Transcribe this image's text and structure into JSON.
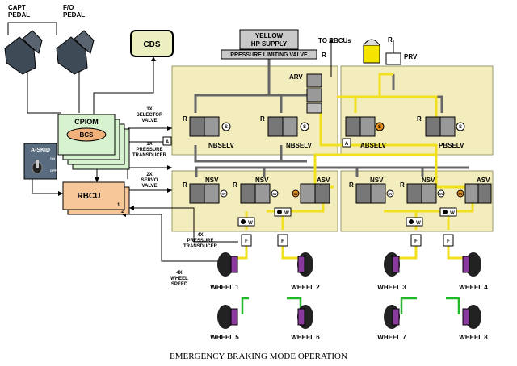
{
  "pedals": {
    "capt": "CAPT\nPEDAL",
    "fo": "F/O\nPEDAL"
  },
  "cds": "CDS",
  "yellow_supply": {
    "line1": "YELLOW",
    "line2": "HP SUPPLY"
  },
  "pressure_limiting_valve": "PRESSURE LIMITING VALVE",
  "return_r": "R",
  "to_rbcus": "TO RBCUs",
  "prv": "PRV",
  "arv": "ARV",
  "cpiom": "CPIOM",
  "bcs": "BCS",
  "askid": {
    "title": "A-SKID",
    "on": "ON",
    "off": "OFF"
  },
  "rbcu": "RBCU",
  "rbcu_ports": [
    "1",
    "2"
  ],
  "annotations": {
    "selector": "1X\nSELECTOR\nVALVE",
    "pressure_transducer_1": "1X\nPRESSURE\nTRANSDUCER",
    "servo": "2X\nSERVO\nVALVE",
    "pressure_transducer_4": "4X\nPRESSURE\nTRANSDUCER",
    "wheel_speed": "4X\nWHEEL\nSPEED"
  },
  "valves": {
    "nbselv": "NBSELV",
    "abselv": "ABSELV",
    "pbselv": "PBSELV",
    "nsv": "NSV",
    "asv": "ASV",
    "a": "A",
    "s": "S",
    "sv": "SV",
    "f": "F",
    "w": "W"
  },
  "wheels": [
    "WHEEL 1",
    "WHEEL 2",
    "WHEEL 3",
    "WHEEL 4",
    "WHEEL 5",
    "WHEEL 6",
    "WHEEL 7",
    "WHEEL 8"
  ],
  "caption": "EMERGENCY BRAKING MODE OPERATION",
  "colors": {
    "panel": "#f3edbe",
    "panel_border": "#9a9a6a",
    "green_box": "#d7f2cf",
    "orange_box": "#f7c79a",
    "cds_box": "#ecefbf",
    "yellow_line": "#f0e020",
    "green_line": "#22b82a",
    "grey_line": "#666666",
    "orange_dot": "#e88f20"
  }
}
